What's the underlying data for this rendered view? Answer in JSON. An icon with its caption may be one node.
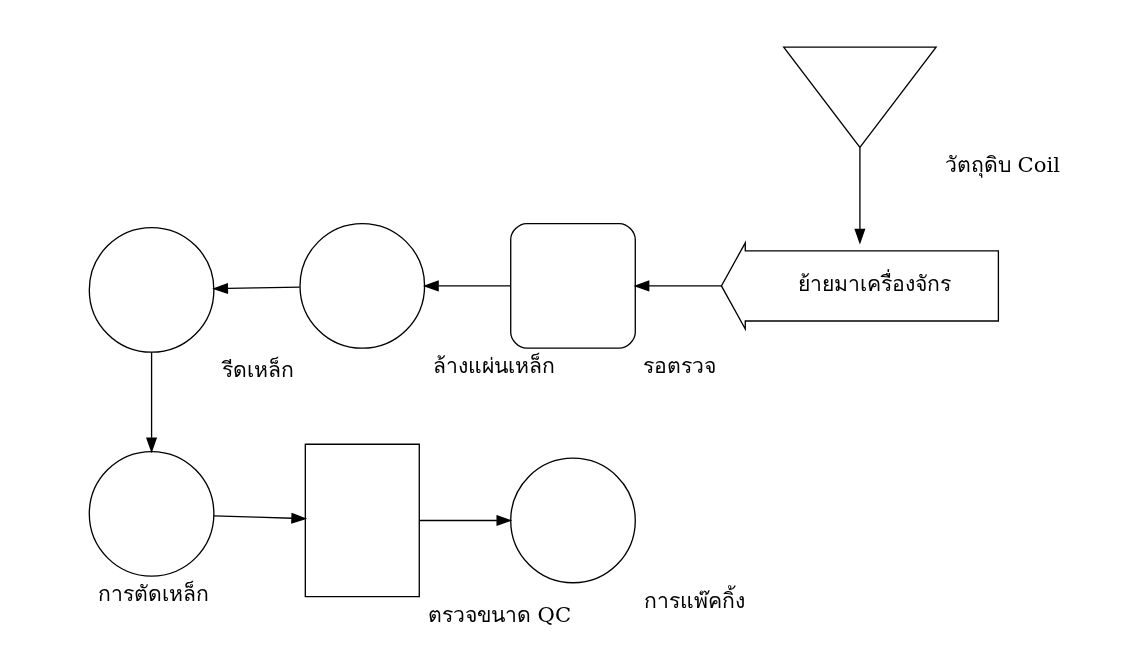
{
  "diagram": {
    "nodes": [
      {
        "text": [
          "วัตถุดิบ Coil"
        ]
      },
      {
        "text": [
          "ย้ายมาเครื่องจักร"
        ]
      },
      {
        "text": [
          "รอตรวจ"
        ]
      },
      {
        "text": [
          "ล้างแผ่นเหล็ก"
        ]
      },
      {
        "text": [
          "รีดเหล็ก"
        ]
      },
      {
        "text": [
          "การตัดเหล็ก"
        ]
      },
      {
        "text": [
          "ตรวจขนาด QC"
        ]
      },
      {
        "text": [
          "การแพ๊คกิ้ง"
        ]
      }
    ],
    "edges": [
      {
        "from": 0,
        "to": 1,
        "arrow": "to"
      },
      {
        "from": 1,
        "to": 2,
        "arrow": "to"
      },
      {
        "from": 2,
        "to": 3,
        "arrow": "to"
      },
      {
        "from": 3,
        "to": 4,
        "arrow": "to"
      },
      {
        "from": 4,
        "to": 5,
        "arrow": "to"
      },
      {
        "from": 5,
        "to": 6,
        "arrow": "to"
      },
      {
        "from": 6,
        "to": 7,
        "arrow": "to"
      }
    ]
  }
}
